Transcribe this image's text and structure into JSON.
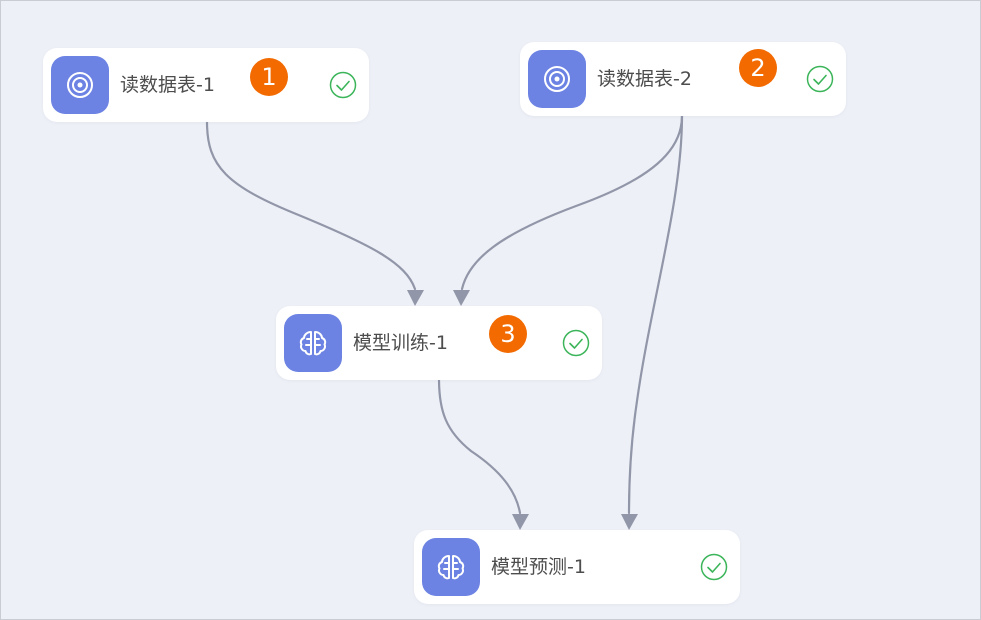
{
  "colors": {
    "node_icon_bg": "#6c83e3",
    "edge": "#9196a8",
    "badge": "#f26a00",
    "status_ok": "#3cb55a"
  },
  "nodes": [
    {
      "label": "读数据表-1",
      "icon": "target-icon",
      "status": "success"
    },
    {
      "label": "读数据表-2",
      "icon": "target-icon",
      "status": "success"
    },
    {
      "label": "模型训练-1",
      "icon": "brain-icon",
      "status": "success"
    },
    {
      "label": "模型预测-1",
      "icon": "brain-icon",
      "status": "success"
    }
  ],
  "badges": [
    "1",
    "2",
    "3"
  ],
  "edges": [
    {
      "from": "读数据表-1",
      "to": "模型训练-1"
    },
    {
      "from": "读数据表-2",
      "to": "模型训练-1"
    },
    {
      "from": "读数据表-2",
      "to": "模型预测-1"
    },
    {
      "from": "模型训练-1",
      "to": "模型预测-1"
    }
  ]
}
